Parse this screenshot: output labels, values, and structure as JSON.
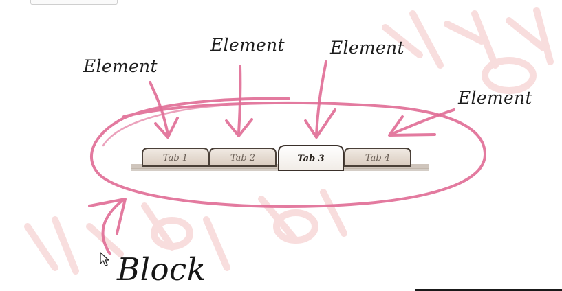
{
  "labels": {
    "element_1": "Element",
    "element_2": "Element",
    "element_3": "Element",
    "element_4": "Element",
    "block": "Block"
  },
  "tabs": [
    {
      "label": "Tab 1",
      "active": false
    },
    {
      "label": "Tab 2",
      "active": false
    },
    {
      "label": "Tab 3",
      "active": true
    },
    {
      "label": "Tab 4",
      "active": false
    }
  ],
  "colors": {
    "annotation_pink": "#e06c95",
    "ink": "#1d1d1d",
    "tab_fill": "#e6ddd4",
    "tab_active_fill": "#ffffff",
    "watermark": "#f4c6c6"
  },
  "icons": {
    "cursor": "mouse-pointer-icon"
  }
}
